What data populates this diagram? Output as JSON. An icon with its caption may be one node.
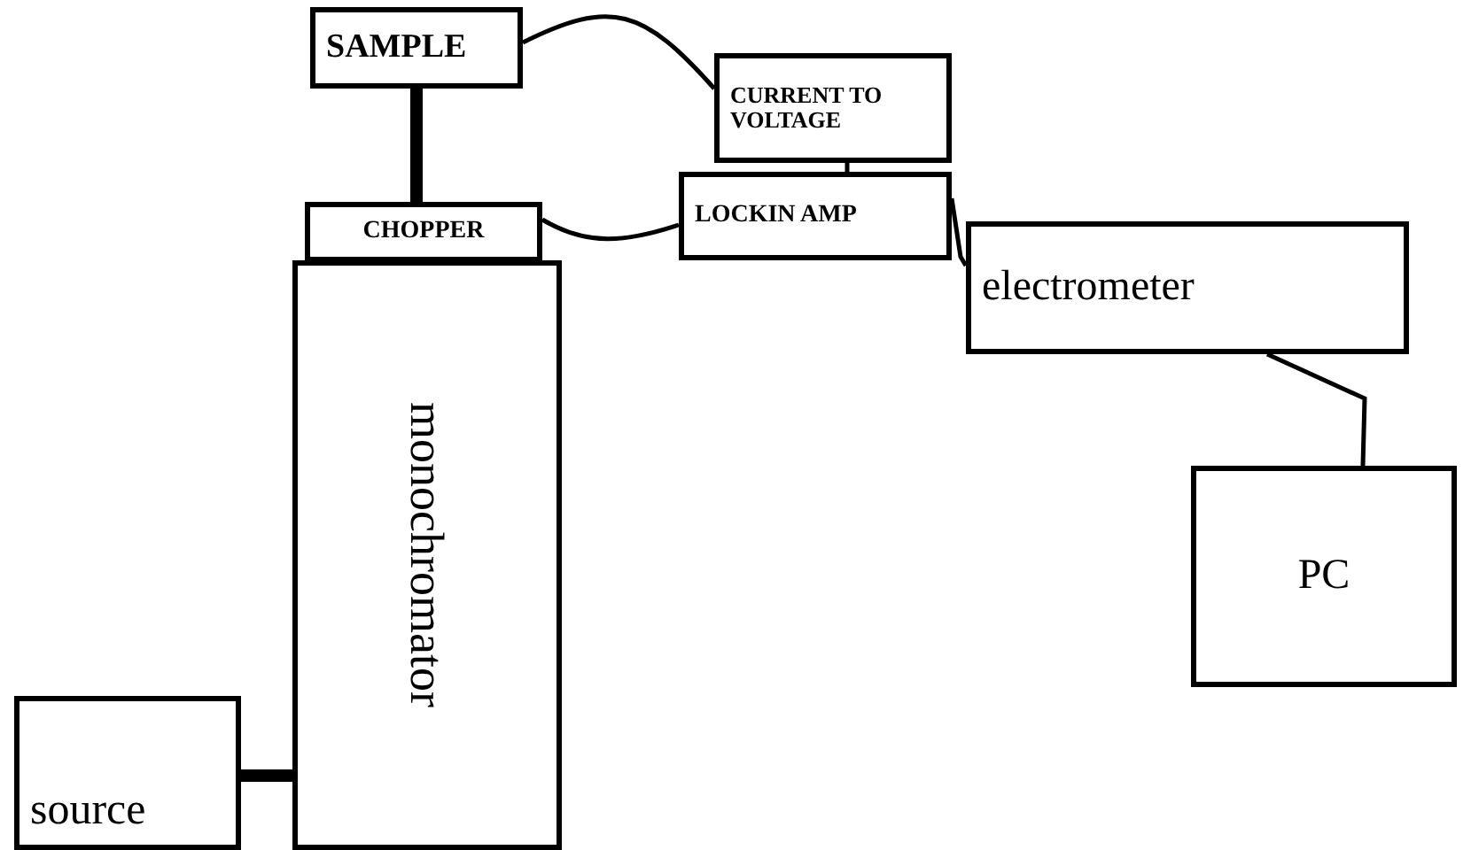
{
  "diagram": {
    "nodes": [
      {
        "text": [
          "SAMPLE"
        ]
      },
      {
        "text": [
          "CURRENT TO VOLTAGE"
        ]
      },
      {
        "text": [
          "CHOPPER"
        ]
      },
      {
        "text": [
          "LOCKIN AMP"
        ]
      },
      {
        "text": [
          "electrometer"
        ]
      },
      {
        "text": [
          "monochromator"
        ]
      },
      {
        "text": [
          "PC"
        ]
      },
      {
        "text": [
          "source"
        ]
      }
    ],
    "edges": [
      {
        "from": 0,
        "to": 2,
        "arrow": "none",
        "style": "thick"
      },
      {
        "from": 0,
        "to": 1,
        "arrow": "none"
      },
      {
        "from": 1,
        "to": 3,
        "arrow": "none"
      },
      {
        "from": 2,
        "to": 3,
        "arrow": "none"
      },
      {
        "from": 3,
        "to": 4,
        "arrow": "none"
      },
      {
        "from": 4,
        "to": 6,
        "arrow": "none"
      },
      {
        "from": 7,
        "to": 5,
        "arrow": "none",
        "style": "thick"
      }
    ]
  }
}
